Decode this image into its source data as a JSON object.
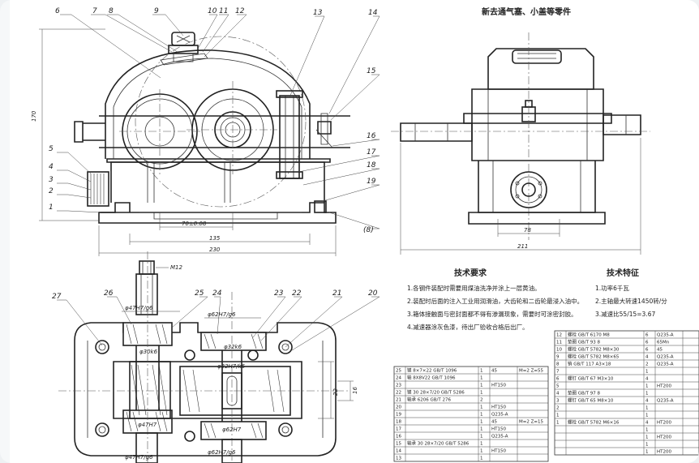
{
  "top_title": "新去通气塞、小盖等零件",
  "part_labels_top": [
    "6",
    "7",
    "8",
    "9",
    "10",
    "11",
    "12",
    "13",
    "14",
    "15",
    "16",
    "17",
    "18",
    "19",
    "(8)",
    "5",
    "4",
    "3",
    "2",
    "1"
  ],
  "part_labels_bottom": [
    "27",
    "26",
    "25",
    "24",
    "23",
    "22",
    "21",
    "20"
  ],
  "dimensions": {
    "height": "170",
    "inner": "70±0.08",
    "base": "135",
    "total": "230",
    "side_width": "78",
    "side_total": "211",
    "thread": "M12",
    "fit_1": "φ47H7/g6",
    "fit_2": "φ62H7/g6",
    "fit_3": "φ32H7/k6",
    "fit_4": "φ30k6",
    "fit_5": "φ32k6",
    "fit_6": "φ47H7",
    "fit_7": "φ62H7",
    "fit_8": "φ47H7/g6",
    "fit_9": "φ62H7/g6",
    "dim_22": "22",
    "dim_16": "16"
  },
  "tech_requirements": {
    "title": "技术要求",
    "items": [
      "1.各钢件装配时需要用煤油洗净并涂上一层黄油。",
      "2.装配时后面的注入工业用润滑油，大齿轮和二齿轮最浸入油中。",
      "3.箱体接触面与密封面都不得有渗漏现象，需要时可涂密封胶。",
      "4.减速器涂灰色漆，待出厂验收合格后出厂。"
    ]
  },
  "tech_features": {
    "title": "技术特征",
    "items": [
      "1.功率6千瓦",
      "2.主轴最大转速1450转/分",
      "3.减速比55/15=3.67"
    ]
  },
  "bom_left": [
    [
      "25",
      "键 8×7×22 GB/T 1096",
      "1",
      "45",
      "M=2 Z=55"
    ],
    [
      "24",
      "轴 8X8V22 GB/T 1096",
      "1",
      "",
      ""
    ],
    [
      "23",
      "",
      "1",
      "HT150",
      ""
    ],
    [
      "22",
      "键 30 28×7/20 GB/T 5286",
      "1",
      "",
      ""
    ],
    [
      "21",
      "轴承 6206 GB/T 276",
      "2",
      "",
      ""
    ],
    [
      "20",
      "",
      "1",
      "HT150",
      ""
    ],
    [
      "19",
      "",
      "1",
      "Q235-A",
      ""
    ],
    [
      "18",
      "",
      "1",
      "45",
      "M=2 Z=15"
    ],
    [
      "17",
      "",
      "1",
      "HT150",
      ""
    ],
    [
      "16",
      "",
      "1",
      "Q235-A",
      ""
    ],
    [
      "15",
      "轴承 30 28×7/20 GB/T 5286",
      "1",
      "",
      ""
    ],
    [
      "14",
      "",
      "1",
      "HT150",
      ""
    ],
    [
      "13",
      "",
      "1",
      "",
      ""
    ]
  ],
  "bom_right": [
    [
      "12",
      "螺栓 GB/T 6170 M8",
      "6",
      "Q235-A",
      ""
    ],
    [
      "11",
      "垫圈 GB/T 93 8",
      "6",
      "65Mn",
      ""
    ],
    [
      "10",
      "螺栓 GB/T 5782 M8×30",
      "6",
      "45",
      ""
    ],
    [
      "9",
      "螺栓 GB/T 5782 M8×65",
      "4",
      "Q235-A",
      ""
    ],
    [
      "8",
      "销 GB/T 117 A3×18",
      "2",
      "Q235-A",
      ""
    ],
    [
      "7",
      "",
      "1",
      "",
      ""
    ],
    [
      "6",
      "螺钉 GB/T 67 M3×10",
      "4",
      "",
      ""
    ],
    [
      "5",
      "",
      "1",
      "HT200",
      ""
    ],
    [
      "4",
      "垫圈 GB/T 97 8",
      "1",
      "",
      ""
    ],
    [
      "3",
      "螺钉 GB/T 65 M8×10",
      "4",
      "Q235-A",
      ""
    ],
    [
      "2",
      "",
      "1",
      "",
      ""
    ],
    [
      "1",
      "",
      "1",
      "",
      ""
    ],
    [
      "1",
      "螺栓 GB/T 5782 M6×16",
      "4",
      "HT200",
      ""
    ],
    [
      "",
      "",
      "1",
      "",
      ""
    ],
    [
      "",
      "",
      "1",
      "HT200",
      ""
    ],
    [
      "",
      "",
      "1",
      "",
      ""
    ],
    [
      "",
      "",
      "1",
      "HT200",
      ""
    ]
  ]
}
